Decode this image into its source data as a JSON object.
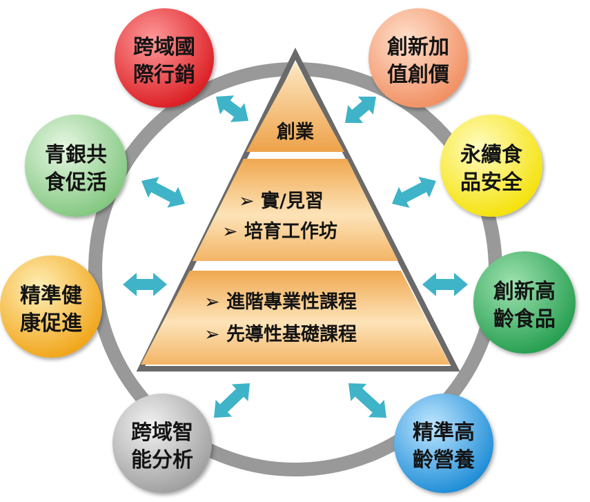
{
  "pyramid": {
    "top": {
      "lines": [
        "創業"
      ]
    },
    "middle": {
      "lines": [
        "➢ 實/見習",
        "➢ 培育工作坊"
      ]
    },
    "bottom": {
      "lines": [
        "➢ 進階專業性課程",
        "➢ 先導性基礎課程"
      ]
    }
  },
  "nodes": [
    {
      "id": "cross-border-marketing",
      "lines": [
        "跨域國",
        "際行銷"
      ],
      "color": "#d9161c",
      "light": "#ff9a9a"
    },
    {
      "id": "innovation-value-added",
      "lines": [
        "創新加",
        "值創價"
      ],
      "color": "#f08a5c",
      "light": "#ffe0cc"
    },
    {
      "id": "sustainable-food-safety",
      "lines": [
        "永續食",
        "品安全"
      ],
      "color": "#f4e000",
      "light": "#fffcc0"
    },
    {
      "id": "innovative-senior-food",
      "lines": [
        "創新高",
        "齡食品"
      ],
      "color": "#1e9a4a",
      "light": "#9fe2b0"
    },
    {
      "id": "precision-senior-nutrition",
      "lines": [
        "精準高",
        "齡營養"
      ],
      "color": "#1487d4",
      "light": "#bfe6ff"
    },
    {
      "id": "cross-domain-smart-analysis",
      "lines": [
        "跨域智",
        "能分析"
      ],
      "color": "#9a9a9a",
      "light": "#f2f2f2"
    },
    {
      "id": "precision-health-promotion",
      "lines": [
        "精準健",
        "康促進"
      ],
      "color": "#f0a010",
      "light": "#fff0b8"
    },
    {
      "id": "youth-silver-co-living",
      "lines": [
        "青銀共",
        "食促活"
      ],
      "color": "#7cc47a",
      "light": "#e6f7e2"
    }
  ],
  "colors": {
    "ring": "#999999",
    "arrow": "#3fb3c8",
    "pyramid_border": "#6a6a6a",
    "pyramid_fill_dark": "#f0a850",
    "pyramid_fill_light": "#fff1d6"
  }
}
